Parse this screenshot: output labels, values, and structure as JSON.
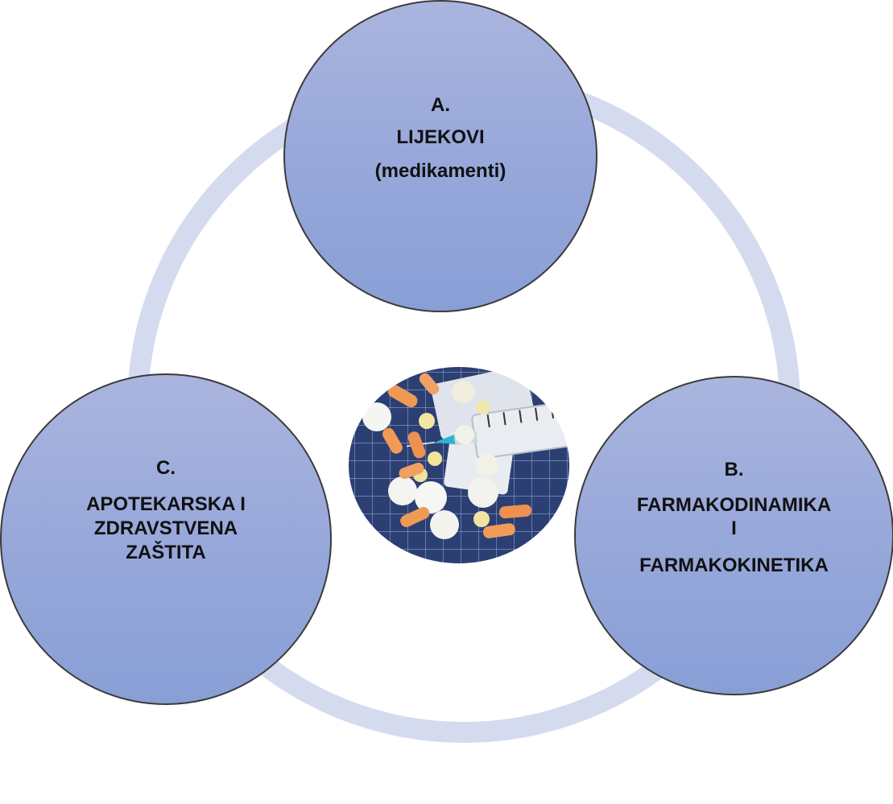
{
  "nodes": {
    "a": {
      "letter": "A.",
      "line1": "LIJEKOVI",
      "line2": "(medikamenti)"
    },
    "b": {
      "letter": "B.",
      "line1": "FARMAKODINAMIKA",
      "line2": "I",
      "line3": "FARMAKOKINETIKA"
    },
    "c": {
      "letter": "C.",
      "text": "APOTEKARSKA I ZDRAVSTVENA ZAŠTITA"
    }
  },
  "colors": {
    "ring": "#d5dbef",
    "node_fill_top": "#aab5de",
    "node_fill_bottom": "#889fd6",
    "node_border": "#3b3b3b",
    "text": "#111111",
    "mat": "#2c3f73"
  },
  "center_image": {
    "icon": "pills-and-syringe-photo"
  }
}
